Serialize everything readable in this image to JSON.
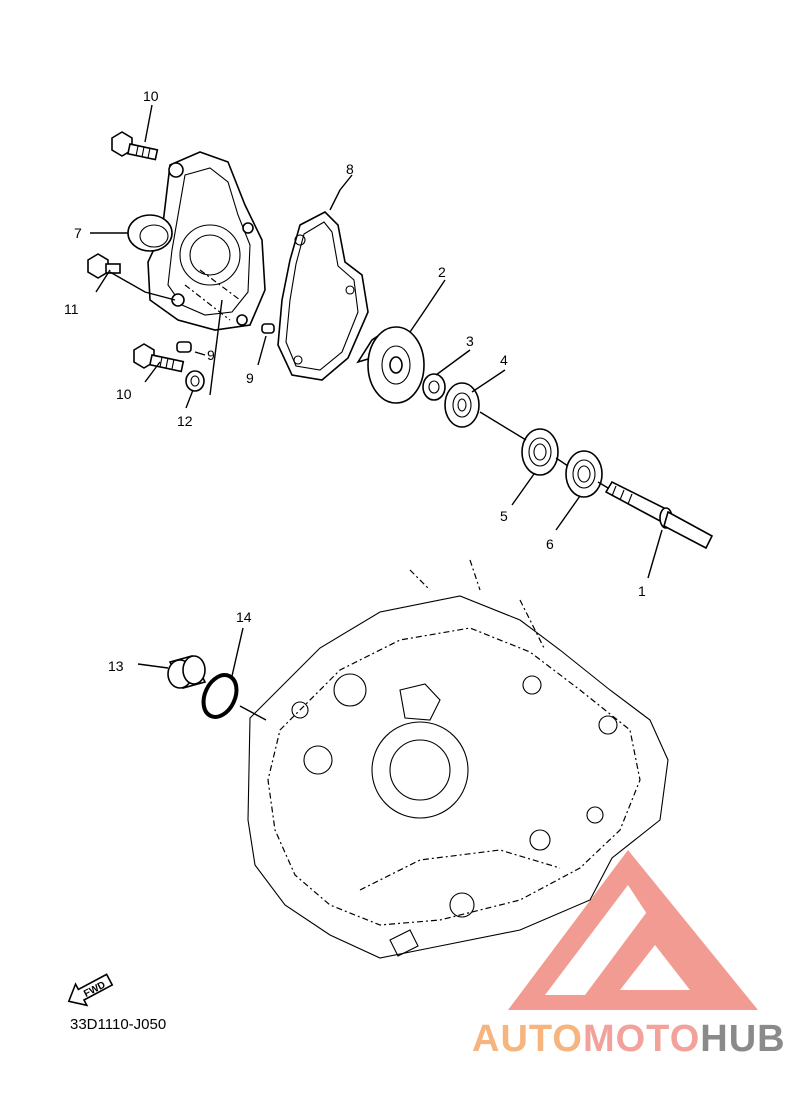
{
  "labels": {
    "p1": "1",
    "p2": "2",
    "p3": "3",
    "p4": "4",
    "p5": "5",
    "p6": "6",
    "p7": "7",
    "p8": "8",
    "p9a": "9",
    "p9b": "9",
    "p10a": "10",
    "p10b": "10",
    "p11": "11",
    "p12": "12",
    "p13": "13",
    "p14": "14"
  },
  "fwd_label": "FWD",
  "diagram_code": "33D1110-J050",
  "watermark": {
    "part1": "AUTO",
    "part2": "MOTO",
    "part3": "HUB",
    "colors": {
      "triangle": "#f08a80",
      "auto": "#f6b47e",
      "moto": "#f2a29a",
      "hub": "#8a8a8a"
    }
  }
}
